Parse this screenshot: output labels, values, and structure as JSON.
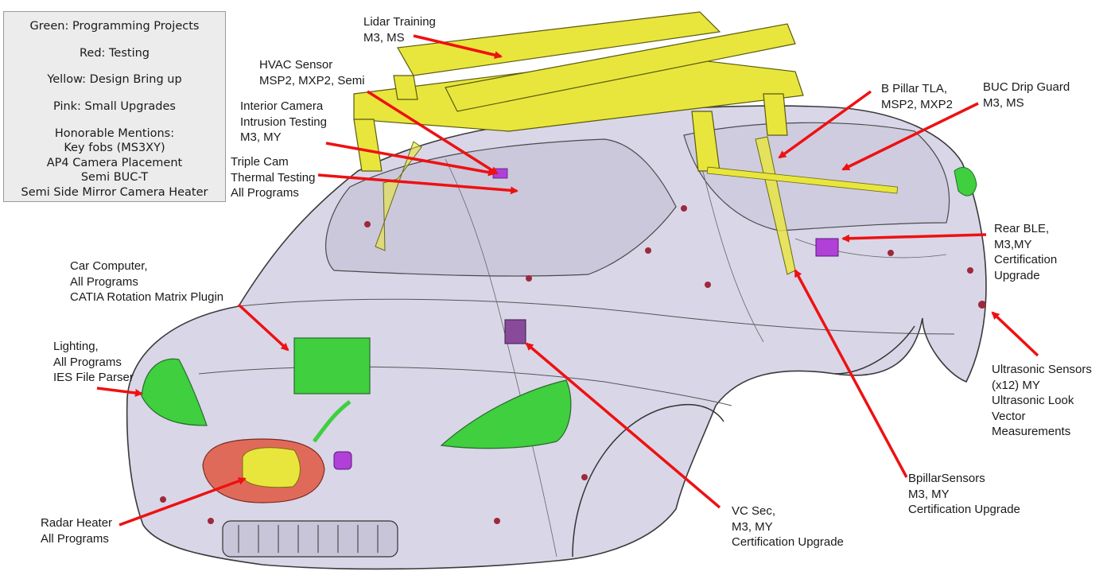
{
  "legend": {
    "lines": [
      "Green: Programming Projects",
      "Red: Testing",
      "Yellow: Design Bring up",
      "Pink: Small Upgrades",
      "Honorable Mentions:",
      "Key fobs (MS3XY)",
      "AP4 Camera Placement",
      "Semi BUC-T",
      "Semi Side Mirror Camera Heater"
    ]
  },
  "callouts": {
    "lidar": [
      "Lidar Training",
      "M3, MS"
    ],
    "hvac": [
      "HVAC Sensor",
      "MSP2, MXP2, Semi"
    ],
    "interior_camera": [
      "Interior Camera",
      "Intrusion Testing",
      "M3, MY"
    ],
    "triple_cam": [
      "Triple Cam",
      "Thermal Testing",
      "All Programs"
    ],
    "b_pillar_tla": [
      "B Pillar TLA,",
      "MSP2, MXP2"
    ],
    "buc_drip_guard": [
      "BUC Drip Guard",
      "M3, MS"
    ],
    "rear_ble": [
      "Rear BLE,",
      "M3,MY",
      "Certification",
      "Upgrade"
    ],
    "car_computer": [
      "Car Computer,",
      "All Programs",
      "CATIA Rotation Matrix Plugin"
    ],
    "lighting": [
      "Lighting,",
      "All Programs",
      "IES File Parser"
    ],
    "ultrasonic": [
      "Ultrasonic Sensors",
      "(x12) MY",
      "Ultrasonic Look",
      "Vector",
      "Measurements"
    ],
    "bpillar_sensors": [
      "BpillarSensors",
      "M3, MY",
      "Certification Upgrade"
    ],
    "vc_sec": [
      "VC Sec,",
      "M3, MY",
      "Certification Upgrade"
    ],
    "radar_heater": [
      "Radar Heater",
      "All Programs"
    ]
  },
  "colors": {
    "body": "#d9d6e8",
    "outline": "#3a3a3a",
    "arrow": "#ee1111",
    "green": "#3fcf3f",
    "yellow": "#e8e63c",
    "red": "#e06a5a",
    "pink": "#b040d8"
  }
}
